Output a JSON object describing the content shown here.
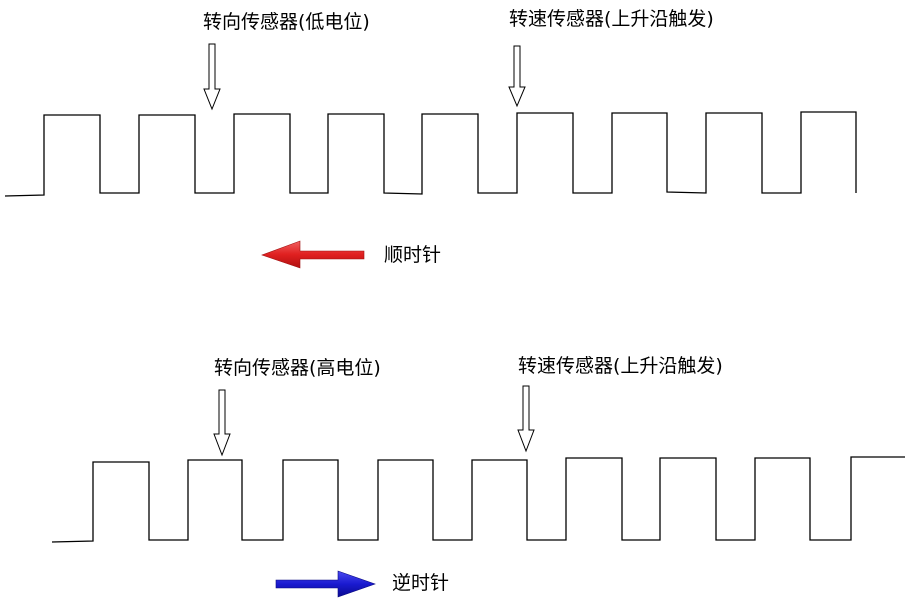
{
  "diagram": {
    "panels": [
      {
        "id": "clockwise",
        "direction_label": "顺时针",
        "direction_arrow": "left",
        "direction_arrow_color": "#e02020",
        "steering_sensor_label": "转向传感器(低电位)",
        "speed_sensor_label": "转速传感器(上升沿触发)"
      },
      {
        "id": "counterclockwise",
        "direction_label": "逆时针",
        "direction_arrow": "right",
        "direction_arrow_color": "#1a1ad0",
        "steering_sensor_label": "转向传感器(高电位)",
        "speed_sensor_label": "转速传感器(上升沿触发)"
      }
    ],
    "colors": {
      "waveform": "#000000",
      "pointer_outline": "#000000",
      "pointer_fill": "#ffffff"
    }
  }
}
